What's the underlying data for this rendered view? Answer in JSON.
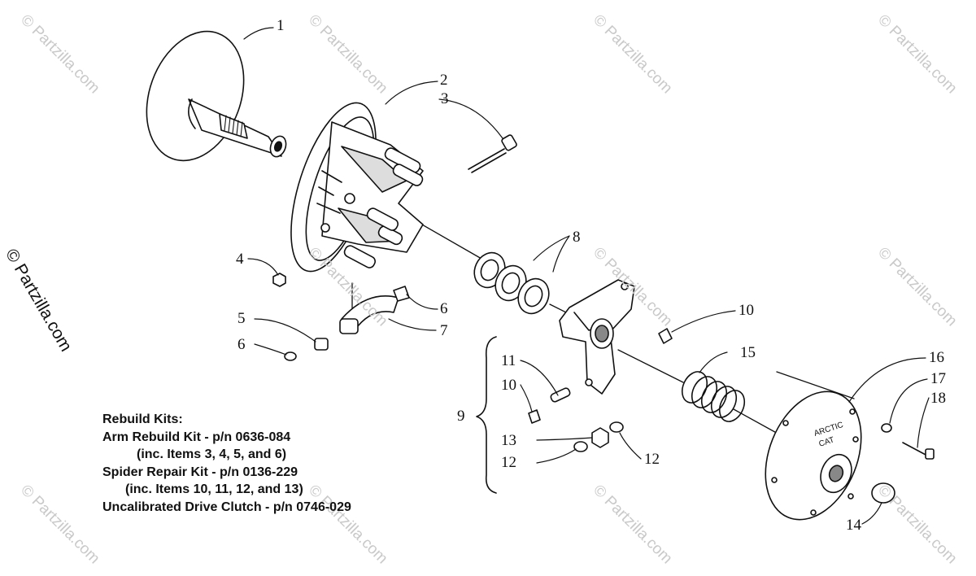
{
  "watermark": {
    "text": "© Partzilla.com",
    "side_text": "© Partzilla.com"
  },
  "callouts": {
    "c1": "1",
    "c2": "2",
    "c3": "3",
    "c4": "4",
    "c5": "5",
    "c6a": "6",
    "c6b": "6",
    "c7": "7",
    "c8": "8",
    "c9": "9",
    "c10a": "10",
    "c10b": "10",
    "c11": "11",
    "c12a": "12",
    "c12b": "12",
    "c13": "13",
    "c14": "14",
    "c15": "15",
    "c16": "16",
    "c17": "17",
    "c18": "18"
  },
  "rebuild_kits": {
    "heading": "Rebuild Kits:",
    "arm_kit": "Arm Rebuild Kit - p/n 0636-084",
    "arm_kit_note": "(inc. Items 3, 4, 5, and 6)",
    "spider_kit": "Spider Repair Kit - p/n 0136-229",
    "spider_kit_note": "(inc. Items 10, 11, 12, and 13)",
    "uncalibrated": "Uncalibrated Drive Clutch - p/n 0746-029"
  },
  "cover_stamp": {
    "line1": "ARCTIC",
    "line2": "CAT"
  }
}
